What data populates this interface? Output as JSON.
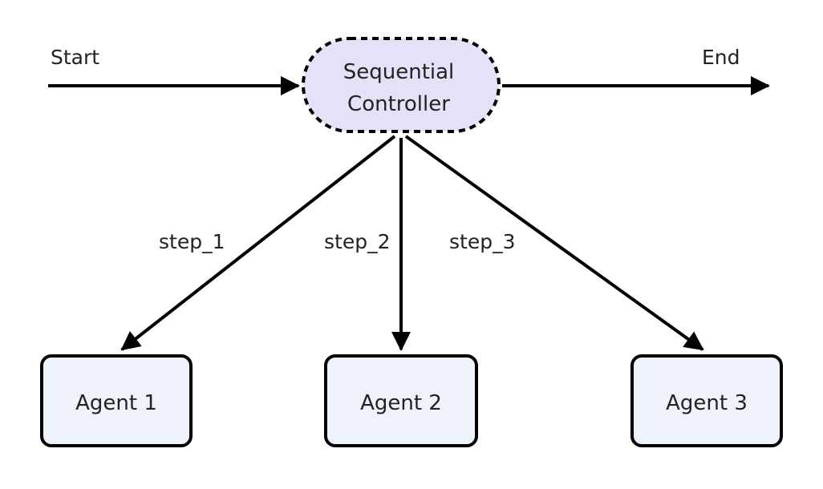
{
  "diagram": {
    "start_label": "Start",
    "end_label": "End",
    "controller": {
      "line1": "Sequential",
      "line2": "Controller"
    },
    "edges": [
      {
        "label": "step_1"
      },
      {
        "label": "step_2"
      },
      {
        "label": "step_3"
      }
    ],
    "agents": [
      {
        "label": "Agent 1"
      },
      {
        "label": "Agent 2"
      },
      {
        "label": "Agent 3"
      }
    ]
  },
  "colors": {
    "controller_fill": "#e6e0f8",
    "agent_fill": "#eef2fb",
    "stroke": "#000000",
    "text": "#222222"
  }
}
